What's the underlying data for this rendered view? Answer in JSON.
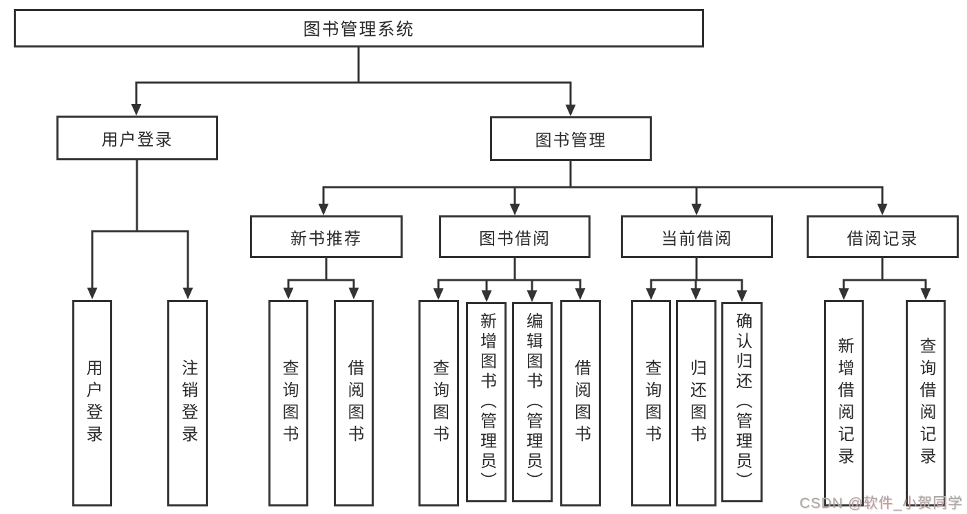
{
  "diagram": {
    "root": {
      "label": "图书管理系统"
    },
    "branches": {
      "userLogin": {
        "label": "用户登录",
        "leaves": [
          {
            "label": "用户登录"
          },
          {
            "label": "注销登录"
          }
        ]
      },
      "bookMgmt": {
        "label": "图书管理",
        "children": {
          "newBooks": {
            "label": "新书推荐",
            "leaves": [
              {
                "label": "查询图书"
              },
              {
                "label": "借阅图书"
              }
            ]
          },
          "bookBorrow": {
            "label": "图书借阅",
            "leaves": [
              {
                "label": "查询图书"
              },
              {
                "label": "新增图书（管理员）"
              },
              {
                "label": "编辑图书（管理员）"
              },
              {
                "label": "借阅图书"
              }
            ]
          },
          "currentBorrow": {
            "label": "当前借阅",
            "leaves": [
              {
                "label": "查询图书"
              },
              {
                "label": "归还图书"
              },
              {
                "label": "确认归还（管理员）"
              }
            ]
          },
          "borrowRecords": {
            "label": "借阅记录",
            "leaves": [
              {
                "label": "新增借阅记录"
              },
              {
                "label": "查询借阅记录"
              }
            ]
          }
        }
      }
    },
    "colors": {
      "line": "#333333",
      "text": "#2b2b2b",
      "background": "#ffffff"
    }
  },
  "watermark": {
    "text": "CSDN @软件_小贺同学"
  }
}
